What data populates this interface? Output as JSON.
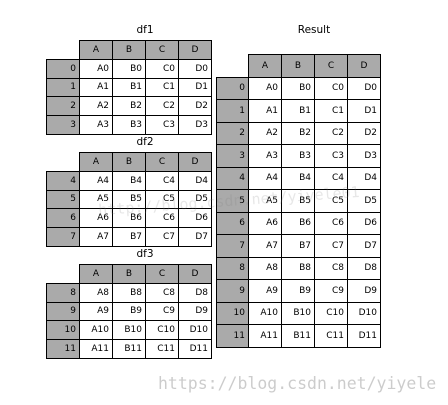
{
  "frames": [
    {
      "title": "df1",
      "columns": [
        "A",
        "B",
        "C",
        "D"
      ],
      "rows": [
        {
          "index": "0",
          "values": [
            "A0",
            "B0",
            "C0",
            "D0"
          ]
        },
        {
          "index": "1",
          "values": [
            "A1",
            "B1",
            "C1",
            "D1"
          ]
        },
        {
          "index": "2",
          "values": [
            "A2",
            "B2",
            "C2",
            "D2"
          ]
        },
        {
          "index": "3",
          "values": [
            "A3",
            "B3",
            "C3",
            "D3"
          ]
        }
      ]
    },
    {
      "title": "df2",
      "columns": [
        "A",
        "B",
        "C",
        "D"
      ],
      "rows": [
        {
          "index": "4",
          "values": [
            "A4",
            "B4",
            "C4",
            "D4"
          ]
        },
        {
          "index": "5",
          "values": [
            "A5",
            "B5",
            "C5",
            "D5"
          ]
        },
        {
          "index": "6",
          "values": [
            "A6",
            "B6",
            "C6",
            "D6"
          ]
        },
        {
          "index": "7",
          "values": [
            "A7",
            "B7",
            "C7",
            "D7"
          ]
        }
      ]
    },
    {
      "title": "df3",
      "columns": [
        "A",
        "B",
        "C",
        "D"
      ],
      "rows": [
        {
          "index": "8",
          "values": [
            "A8",
            "B8",
            "C8",
            "D8"
          ]
        },
        {
          "index": "9",
          "values": [
            "A9",
            "B9",
            "C9",
            "D9"
          ]
        },
        {
          "index": "10",
          "values": [
            "A10",
            "B10",
            "C10",
            "D10"
          ]
        },
        {
          "index": "11",
          "values": [
            "A11",
            "B11",
            "C11",
            "D11"
          ]
        }
      ]
    },
    {
      "title": "Result",
      "columns": [
        "A",
        "B",
        "C",
        "D"
      ],
      "rows": [
        {
          "index": "0",
          "values": [
            "A0",
            "B0",
            "C0",
            "D0"
          ]
        },
        {
          "index": "1",
          "values": [
            "A1",
            "B1",
            "C1",
            "D1"
          ]
        },
        {
          "index": "2",
          "values": [
            "A2",
            "B2",
            "C2",
            "D2"
          ]
        },
        {
          "index": "3",
          "values": [
            "A3",
            "B3",
            "C3",
            "D3"
          ]
        },
        {
          "index": "4",
          "values": [
            "A4",
            "B4",
            "C4",
            "D4"
          ]
        },
        {
          "index": "5",
          "values": [
            "A5",
            "B5",
            "C5",
            "D5"
          ]
        },
        {
          "index": "6",
          "values": [
            "A6",
            "B6",
            "C6",
            "D6"
          ]
        },
        {
          "index": "7",
          "values": [
            "A7",
            "B7",
            "C7",
            "D7"
          ]
        },
        {
          "index": "8",
          "values": [
            "A8",
            "B8",
            "C8",
            "D8"
          ]
        },
        {
          "index": "9",
          "values": [
            "A9",
            "B9",
            "C9",
            "D9"
          ]
        },
        {
          "index": "10",
          "values": [
            "A10",
            "B10",
            "C10",
            "D10"
          ]
        },
        {
          "index": "11",
          "values": [
            "A11",
            "B11",
            "C11",
            "D11"
          ]
        }
      ]
    }
  ],
  "watermark": {
    "url": "https://blog.csdn.net/yiyele",
    "faint": "http://blog.csdn.net/yiyele01"
  },
  "colors": {
    "header_fill": "#aaaaaa",
    "cell_fill": "#ffffff",
    "border": "#000000"
  }
}
